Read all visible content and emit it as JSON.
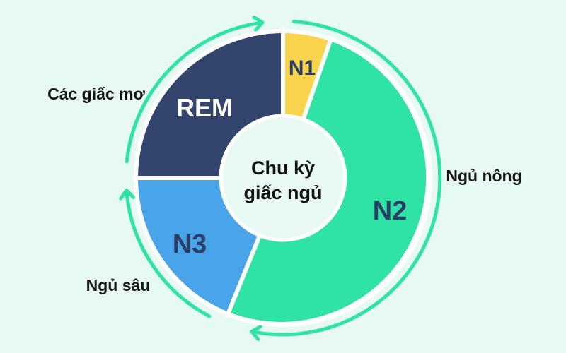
{
  "background_color": "#e6f9f2",
  "center": {
    "line1": "Chu kỳ",
    "line2": "giấc ngủ"
  },
  "labels": {
    "n1": "N1",
    "n2": "N2",
    "n3": "N3",
    "rem": "REM",
    "dreams": "Các giấc mơ",
    "light_sleep": "Ngủ nông",
    "deep_sleep": "Ngủ sâu"
  },
  "chart_data": {
    "type": "pie",
    "subtype": "donut",
    "title": "Chu kỳ giấc ngủ",
    "direction": "clockwise",
    "arrow_color": "#2ee3a4",
    "ring_gap_color": "#ffffff",
    "segments": [
      {
        "label": "N1",
        "outer_label": "",
        "color": "#f9d44c",
        "text_color": "#2b3e66",
        "start_deg": 0,
        "end_deg": 19,
        "percent": 5.3
      },
      {
        "label": "N2",
        "outer_label": "Ngủ nông",
        "color": "#2ee3a4",
        "text_color": "#2b3e66",
        "start_deg": 19,
        "end_deg": 202,
        "percent": 50.8
      },
      {
        "label": "N3",
        "outer_label": "Ngủ sâu",
        "color": "#4aa4ea",
        "text_color": "#2b3e66",
        "start_deg": 202,
        "end_deg": 270,
        "percent": 18.9
      },
      {
        "label": "REM",
        "outer_label": "Các giấc mơ",
        "color": "#33456d",
        "text_color": "#ffffff",
        "start_deg": 270,
        "end_deg": 360,
        "percent": 25.0
      }
    ],
    "annotations": [
      "Các giấc mơ",
      "Ngủ nông",
      "Ngủ sâu"
    ],
    "legend": "none"
  }
}
